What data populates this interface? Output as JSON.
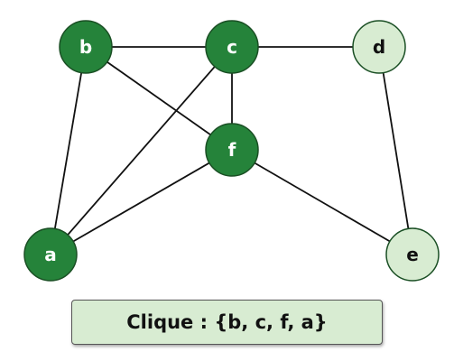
{
  "graph": {
    "nodes": [
      {
        "id": "b",
        "label": "b",
        "in_clique": true
      },
      {
        "id": "c",
        "label": "c",
        "in_clique": true
      },
      {
        "id": "d",
        "label": "d",
        "in_clique": false
      },
      {
        "id": "f",
        "label": "f",
        "in_clique": true
      },
      {
        "id": "a",
        "label": "a",
        "in_clique": true
      },
      {
        "id": "e",
        "label": "e",
        "in_clique": false
      }
    ],
    "edges": [
      [
        "b",
        "c"
      ],
      [
        "c",
        "d"
      ],
      [
        "b",
        "a"
      ],
      [
        "b",
        "f"
      ],
      [
        "c",
        "f"
      ],
      [
        "c",
        "a"
      ],
      [
        "f",
        "a"
      ],
      [
        "f",
        "e"
      ],
      [
        "d",
        "e"
      ]
    ]
  },
  "colors": {
    "clique_fill": "#25833a",
    "clique_text": "#ffffff",
    "other_fill": "#d8ecd2",
    "other_text": "#111111",
    "edge": "#111111"
  },
  "caption": {
    "text": "Clique : {b, c, f, a}"
  }
}
